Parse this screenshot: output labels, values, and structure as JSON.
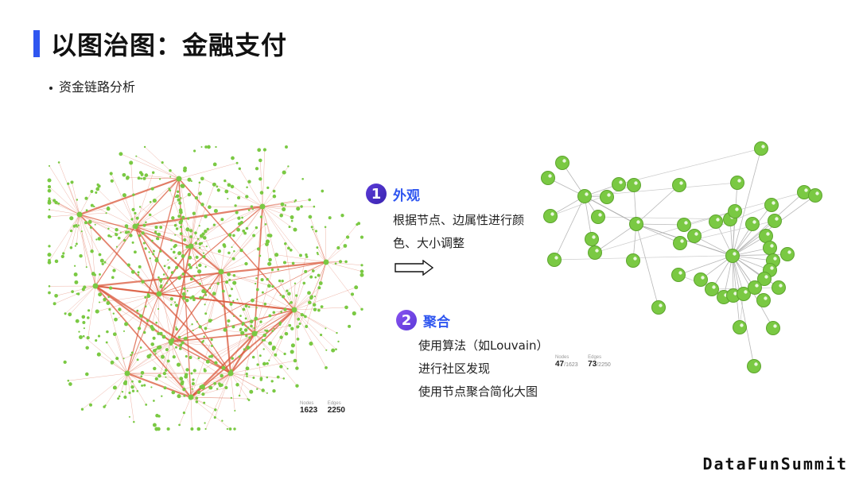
{
  "title": "以图治图：金融支付",
  "bullet": "资金链路分析",
  "left_graph": {
    "nodes_label": "Nodes",
    "nodes_value": "1623",
    "edges_label": "Edges",
    "edges_value": "2250"
  },
  "right_graph": {
    "nodes_label": "Nodes",
    "nodes_value": "47",
    "nodes_total": "/1623",
    "edges_label": "Edges",
    "edges_value": "73",
    "edges_total": "/2250"
  },
  "step1": {
    "number": "1",
    "label": "外观",
    "lines": [
      "根据节点、边属性进行颜",
      "色、大小调整"
    ]
  },
  "step2": {
    "number": "2",
    "label": "聚合",
    "lines": [
      "使用算法（如Louvain）",
      "进行社区发现",
      "使用节点聚合简化大图"
    ]
  },
  "brand": "DataFunSummit",
  "colors": {
    "accent": "#2f56f0",
    "node_green": "#7ac943",
    "edge_red": "#d9573a"
  }
}
